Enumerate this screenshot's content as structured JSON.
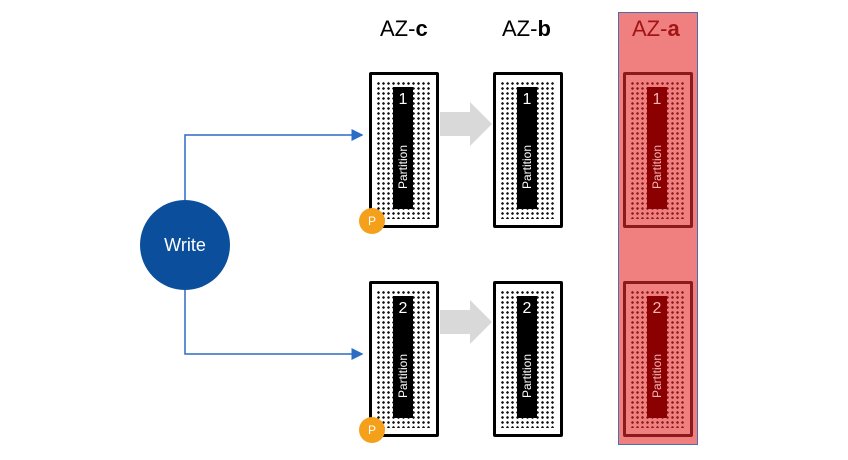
{
  "zones": {
    "c": {
      "prefix": "AZ-",
      "letter": "c"
    },
    "b": {
      "prefix": "AZ-",
      "letter": "b"
    },
    "a": {
      "prefix": "AZ-",
      "letter": "a"
    }
  },
  "write": {
    "label": "Write"
  },
  "leader_badge": {
    "label": "P"
  },
  "partitions": [
    {
      "number": "1",
      "label": "Partition"
    },
    {
      "number": "2",
      "label": "Partition"
    }
  ],
  "colors": {
    "write_circle": "#0b4f9c",
    "connector_line": "#2b6cc4",
    "leader_badge": "#f5a01a",
    "unavailable_zone": "#f08080",
    "replication_arrow": "#d9d9d9"
  }
}
